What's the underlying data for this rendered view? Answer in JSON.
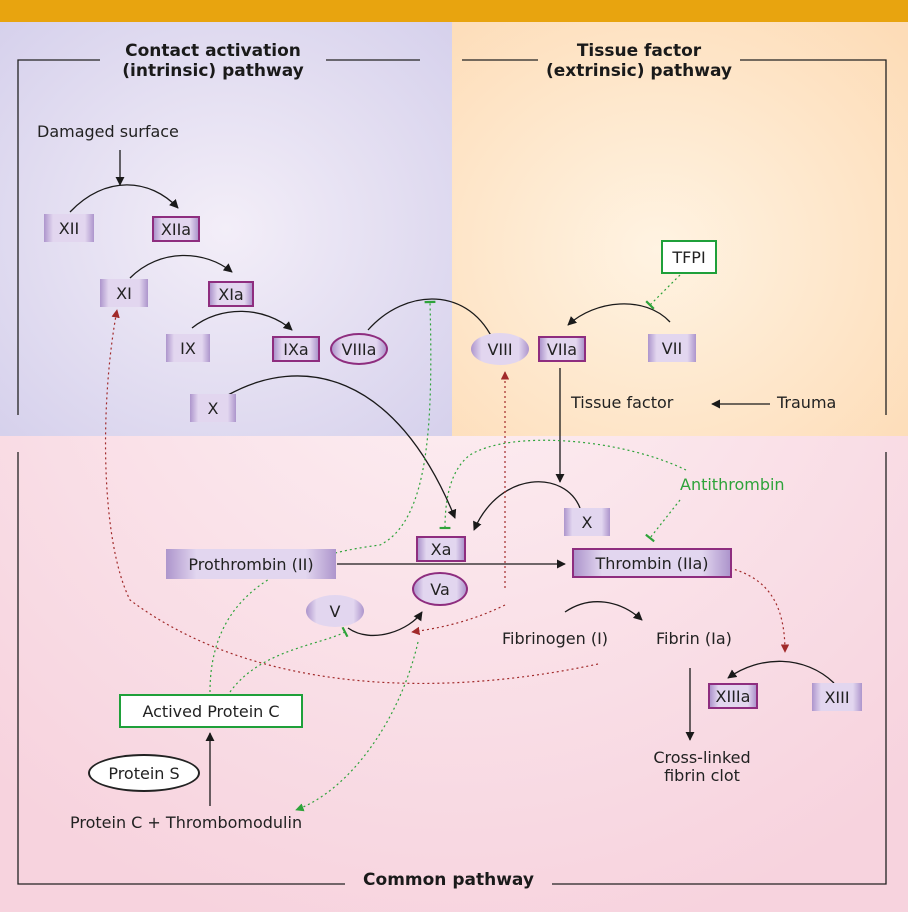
{
  "colors": {
    "top_bar": "#e8a40f",
    "intrinsic_bg": "#d9d4ee",
    "extrinsic_bg": "#fde3c4",
    "common_bg": "#f9d9e2",
    "activated_border": "#8e2d7f",
    "factor_fill": "#e2d6ef",
    "inhibitor_green": "#2ea33a",
    "feedback_red": "#9b2a2a"
  },
  "headings": {
    "intrinsic": "Contact activation\n(intrinsic) pathway",
    "extrinsic": "Tissue factor\n(extrinsic) pathway",
    "common": "Common pathway"
  },
  "labels": {
    "damaged_surface": "Damaged surface",
    "tissue_factor": "Tissue factor",
    "trauma": "Trauma",
    "antithrombin": "Antithrombin",
    "fibrinogen": "Fibrinogen (I)",
    "fibrin": "Fibrin (Ia)",
    "clot": "Cross-linked\nfibrin clot",
    "protein_c_tm": "Protein C + Thrombomodulin"
  },
  "factors": {
    "xii": "XII",
    "xiia": "XIIa",
    "xi": "XI",
    "xia": "XIa",
    "ix": "IX",
    "ixa": "IXa",
    "viiia": "VIIIa",
    "viii": "VIII",
    "viia": "VIIa",
    "vii": "VII",
    "x_left": "X",
    "x_right": "X",
    "xa": "Xa",
    "va": "Va",
    "v": "V",
    "prothrombin": "Prothrombin (II)",
    "thrombin": "Thrombin (IIa)",
    "xiiia": "XIIIa",
    "xiii": "XIII"
  },
  "regulators": {
    "tfpi": "TFPI",
    "activated_protein_c": "Actived Protein C",
    "protein_s": "Protein S"
  }
}
